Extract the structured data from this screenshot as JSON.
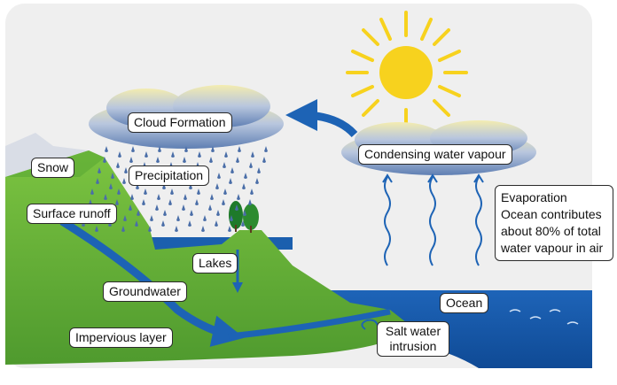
{
  "labels": {
    "cloud_formation": "Cloud Formation",
    "snow": "Snow",
    "precipitation": "Precipitation",
    "surface_runoff": "Surface runoff",
    "lakes": "Lakes",
    "groundwater": "Groundwater",
    "impervious_layer": "Impervious layer",
    "condensing": "Condensing water vapour",
    "evaporation": [
      "Evaporation",
      "Ocean contributes",
      "about 80% of total",
      "water vapour in air"
    ],
    "ocean": "Ocean",
    "salt_water_intrusion": [
      "Salt water",
      "intrusion"
    ]
  },
  "colors": {
    "background_panel": "#f0f0f0",
    "land_green": "#6fbd3a",
    "land_dark_green": "#3f8f2a",
    "water_blue": "#1b5fae",
    "arrow_blue": "#1d63b5",
    "rain_blue": "#4a6ea8",
    "sun_yellow": "#f7d21e",
    "cloud_blue": "#7f9bc6",
    "cloud_yellow": "#f3e27a"
  }
}
